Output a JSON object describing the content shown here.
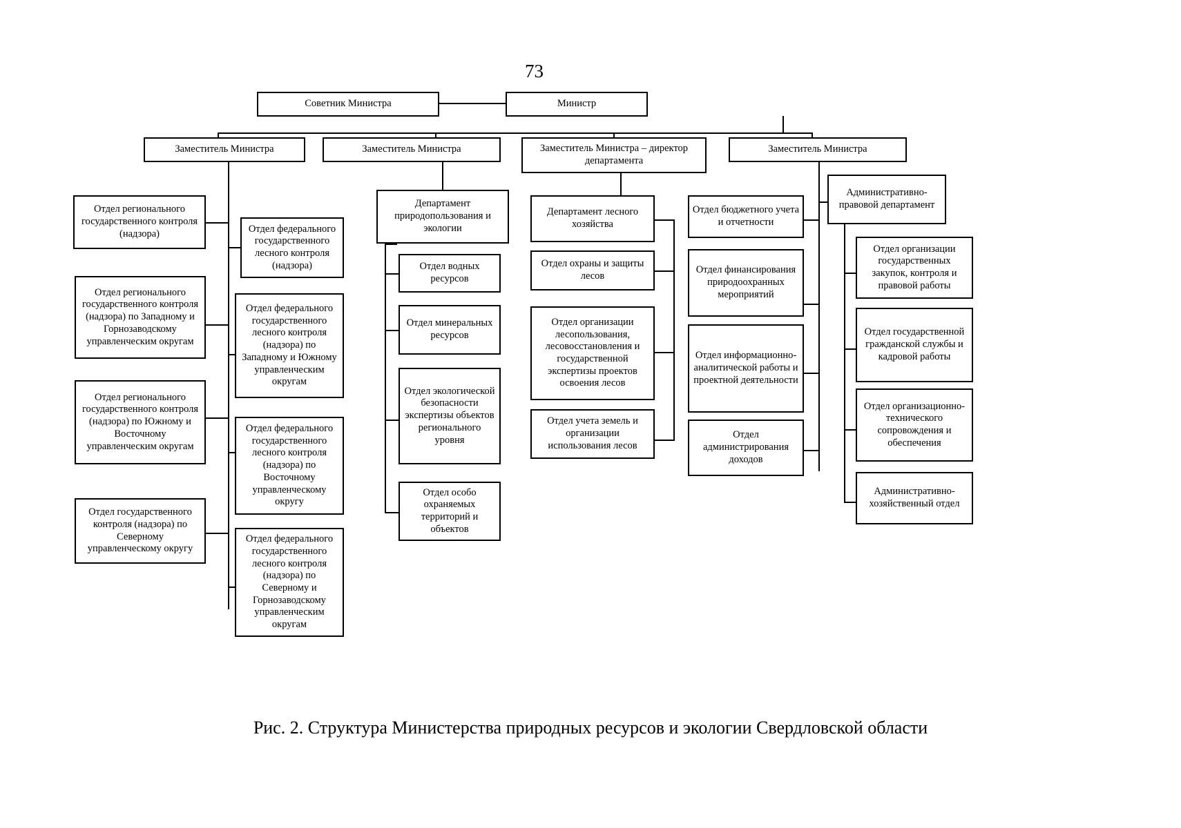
{
  "page_number": "73",
  "caption": "Рис. 2. Структура Министерства природных ресурсов и экологии Свердловской области",
  "chart_data": {
    "type": "diagram",
    "title": "Структура Министерства природных ресурсов и экологии Свердловской области",
    "diagram_kind": "organizational-chart",
    "nodes": {
      "minister": "Министр",
      "advisor": "Советник Министра",
      "deputy1": "Заместитель Министра",
      "deputy2": "Заместитель Министра",
      "deputy3": "Заместитель Министра – директор департамента",
      "deputy4": "Заместитель Министра",
      "l1": "Отдел регионального государственного контроля (надзора)",
      "l2": "Отдел регионального государственного контроля (надзора) по Западному и Горнозаводскому управленческим округам",
      "l3": "Отдел регионального государственного контроля (надзора) по Южному и Восточному управленческим округам",
      "l4": "Отдел государственного контроля (надзора) по Северному управленческому округу",
      "f1": "Отдел федерального государственного лесного контроля (надзора)",
      "f2": "Отдел федерального государственного лесного контроля (надзора) по Западному и Южному управленческим округам",
      "f3": "Отдел федерального государственного лесного контроля (надзора) по Восточному управленческому округу",
      "f4": "Отдел федерального государственного лесного контроля (надзора) по Северному и Горнозаводскому управленческим округам",
      "d1": "Департамент природопользования и экологии",
      "d1a": "Отдел водных ресурсов",
      "d1b": "Отдел минеральных ресурсов",
      "d1c": "Отдел экологической безопасности экспертизы объектов регионального уровня",
      "d1d": "Отдел особо охраняемых территорий и объектов",
      "d2": "Департамент лесного хозяйства",
      "d2a": "Отдел охраны и защиты лесов",
      "d2b": "Отдел организации лесопользования, лесовосстановления и государственной экспертизы проектов освоения лесов",
      "d2c": "Отдел учета земель и организации использования лесов",
      "b1": "Отдел бюджетного учета и отчетности",
      "b2": "Отдел финансирования природоохранных мероприятий",
      "b3": "Отдел информационно-аналитической работы и проектной деятельности",
      "b4": "Отдел администрирования доходов",
      "a0": "Административно-правовой департамент",
      "a1": "Отдел организации государственных закупок, контроля и правовой работы",
      "a2": "Отдел государственной гражданской службы и кадровой работы",
      "a3": "Отдел организационно-технического сопровождения и обеспечения",
      "a4": "Административно-хозяйственный отдел"
    },
    "edges": [
      {
        "from": "minister",
        "to": "advisor"
      },
      {
        "from": "minister",
        "to": "deputy1"
      },
      {
        "from": "minister",
        "to": "deputy2"
      },
      {
        "from": "minister",
        "to": "deputy3"
      },
      {
        "from": "minister",
        "to": "deputy4"
      },
      {
        "from": "deputy1",
        "to": "l1"
      },
      {
        "from": "deputy1",
        "to": "l2"
      },
      {
        "from": "deputy1",
        "to": "l3"
      },
      {
        "from": "deputy1",
        "to": "l4"
      },
      {
        "from": "deputy1",
        "to": "f1"
      },
      {
        "from": "deputy1",
        "to": "f2"
      },
      {
        "from": "deputy1",
        "to": "f3"
      },
      {
        "from": "deputy1",
        "to": "f4"
      },
      {
        "from": "deputy2",
        "to": "d1"
      },
      {
        "from": "d1",
        "to": "d1a"
      },
      {
        "from": "d1",
        "to": "d1b"
      },
      {
        "from": "d1",
        "to": "d1c"
      },
      {
        "from": "d1",
        "to": "d1d"
      },
      {
        "from": "deputy3",
        "to": "d2"
      },
      {
        "from": "d2",
        "to": "d2a"
      },
      {
        "from": "d2",
        "to": "d2b"
      },
      {
        "from": "d2",
        "to": "d2c"
      },
      {
        "from": "deputy4",
        "to": "b1"
      },
      {
        "from": "deputy4",
        "to": "b2"
      },
      {
        "from": "deputy4",
        "to": "b3"
      },
      {
        "from": "deputy4",
        "to": "b4"
      },
      {
        "from": "deputy4",
        "to": "a0"
      },
      {
        "from": "a0",
        "to": "a1"
      },
      {
        "from": "a0",
        "to": "a2"
      },
      {
        "from": "a0",
        "to": "a3"
      },
      {
        "from": "a0",
        "to": "a4"
      }
    ]
  }
}
